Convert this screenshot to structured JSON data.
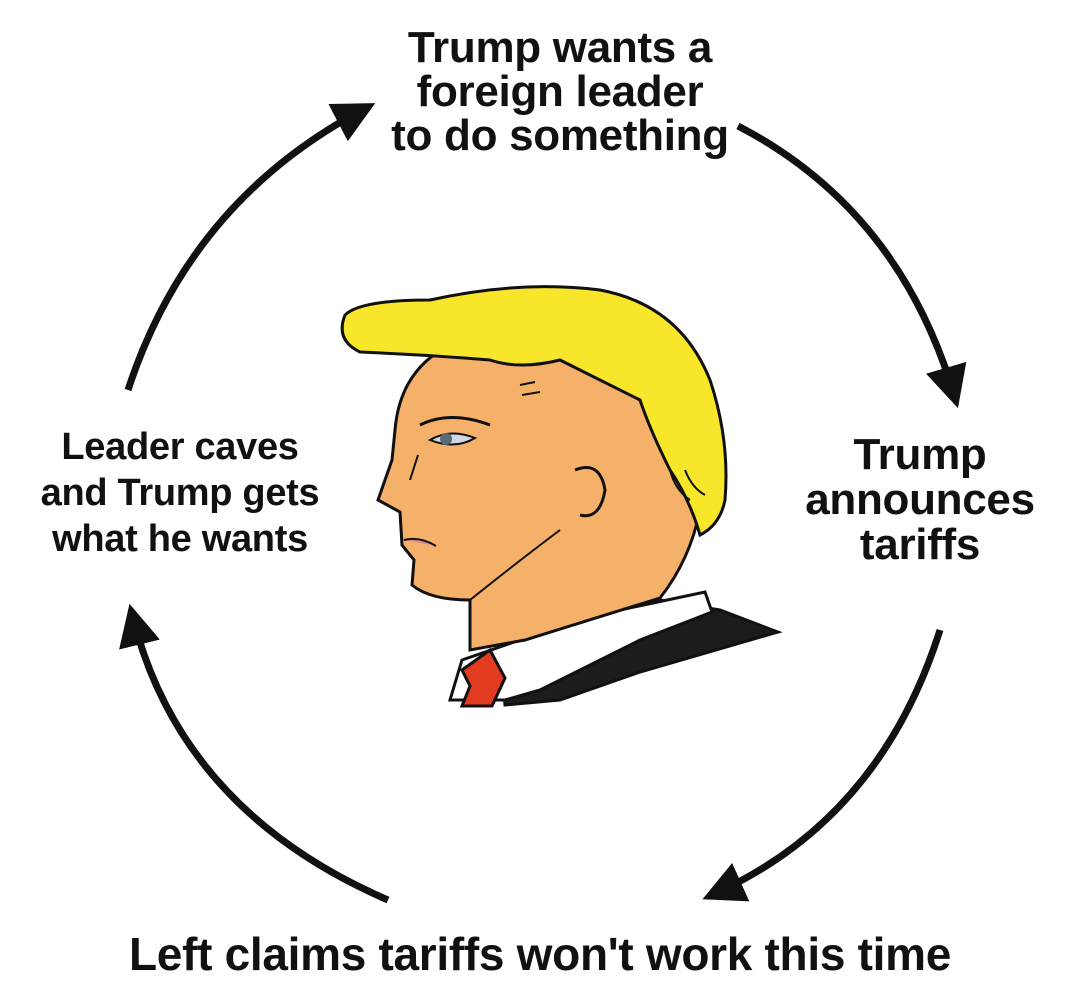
{
  "cycle": {
    "steps": [
      {
        "id": "top",
        "text": "Trump wants a\nforeign leader\nto do something"
      },
      {
        "id": "right",
        "text": "Trump\nannounces\ntariffs"
      },
      {
        "id": "bottom",
        "text": "Left claims tariffs won't work this time"
      },
      {
        "id": "left",
        "text": "Leader caves\nand Trump gets\nwhat he wants"
      }
    ],
    "arrow_direction": "clockwise"
  },
  "colors": {
    "background": "#ffffff",
    "text": "#111111",
    "arrow": "#111111",
    "hair": "#f7e62a",
    "skin": "#f5b06a",
    "suit": "#1c1c1c",
    "tie": "#e23b1f"
  },
  "illustration": {
    "icon": "cartoon-profile-head-icon"
  }
}
